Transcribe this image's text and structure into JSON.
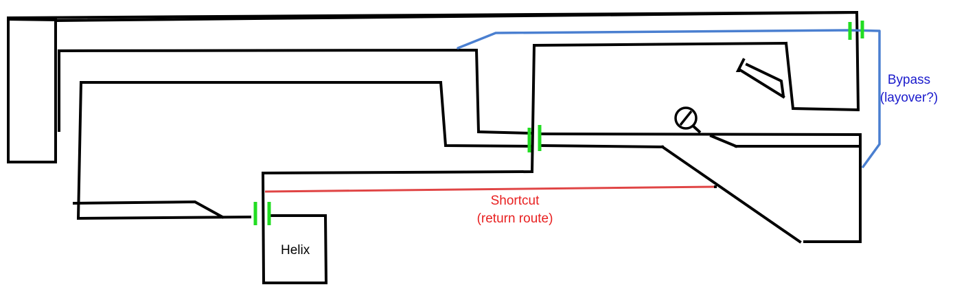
{
  "labels": {
    "helix": "Helix",
    "shortcut_line1": "Shortcut",
    "shortcut_line2": "(return route)",
    "bypass_line1": "Bypass",
    "bypass_line2": "(layover?)"
  },
  "colors": {
    "track": "#000000",
    "bypass": "#4a7fd0",
    "shortcut": "#e04545",
    "shortcut_text": "#e82020",
    "bypass_text": "#1a1acc",
    "insulator": "#22dd22",
    "helix_text": "#000000"
  },
  "icons": {
    "crossing": "no-entry-magnifier-icon"
  }
}
